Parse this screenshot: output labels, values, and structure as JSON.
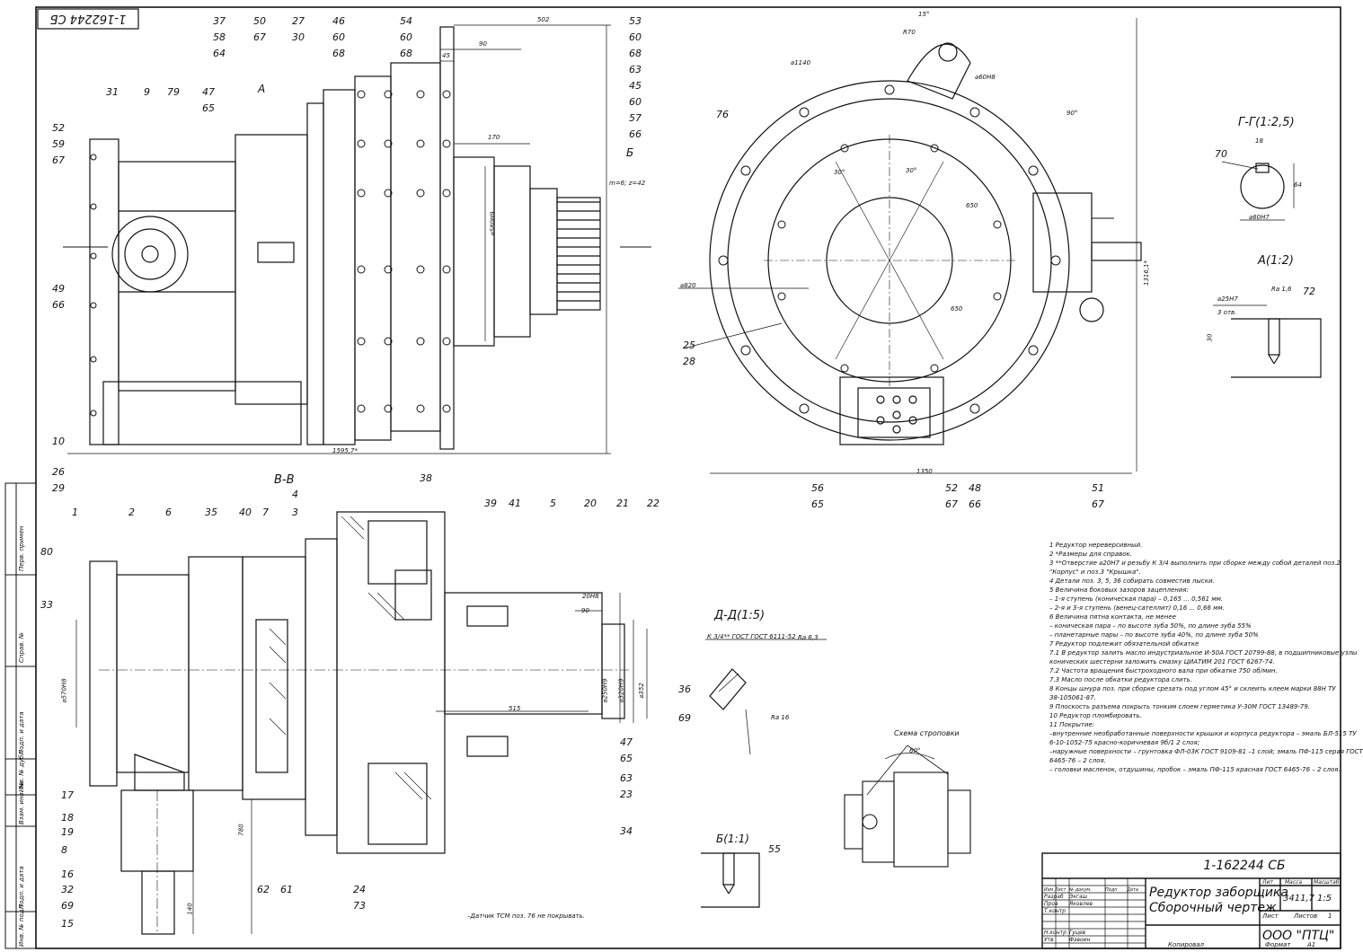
{
  "doc_number": "1-162244 СБ",
  "doc_number_stamp": "1-162244 СБ",
  "title_line1": "Редуктор заборщика",
  "title_line2": "Сборочный чертеж",
  "company": "ООО \"ПТЦ\"",
  "mass": "3411,7",
  "scale": "1:5",
  "sheets": "Листов",
  "sheets_count": "1",
  "sheet": "Лист",
  "lit": "Лит",
  "mass_label": "Масса",
  "scale_label": "Масштаб",
  "copied": "Копировал",
  "format": "Формат",
  "format_value": "А1",
  "table_rows": [
    {
      "role": "Изм Лист",
      "name": "№ докум.",
      "sign": "Подп",
      "date": "Дата"
    },
    {
      "role": "Разраб",
      "name": "Экгаш",
      "sign": "",
      "date": ""
    },
    {
      "role": "Пров",
      "name": "Яковлев",
      "sign": "",
      "date": ""
    },
    {
      "role": "Т.контр",
      "name": "",
      "sign": "",
      "date": ""
    },
    {
      "role": "Н.контр",
      "name": "Гуцев",
      "sign": "",
      "date": ""
    },
    {
      "role": "Утв",
      "name": "Фэвоин",
      "sign": "",
      "date": ""
    }
  ],
  "left_strip": [
    "Перв. примен",
    "Справ. №",
    "Подп. и дата",
    "Инв. № дубл",
    "Взам. инв. №",
    "Подп. и дата",
    "Инв. № подл"
  ],
  "section_titles": {
    "bb": "В-В",
    "gg": "Г-Г(1:2,5)",
    "a": "А(1:2)",
    "dd": "Д-Д(1:5)",
    "b": "Б(1:1)",
    "sling": "Схема строповки",
    "view_a": "А",
    "view_b": "Б"
  },
  "notes": [
    "1  Редуктор нереверсивный.",
    "2  *Размеры для справок.",
    "3  **Отверстие ⌀20Н7 и резьбу К 3/4 выполнить при сборке между собой деталей поз.2",
    "\"Корпус\" и поз.3 \"Крышка\".",
    "4  Детали поз. 3, 5, 36 собирать совместив лыски.",
    "5  Величина боковых зазоров зацепления:",
    "– 1-я ступень (коническая пара) – 0,165 ... 0,561 мм.",
    "– 2-я и 3-я ступень (венец-сателлит) 0,16 ... 0,66 мм.",
    "6  Величина пятна контакта, не менее",
    "– коническая пара – по высоте зуба 50%, по длине зуба 55%",
    "– планетарные пары – по высоте зуба 40%, по длине зуба 50%",
    "7  Редуктор подлежит обязательной обкатке",
    "7.1  В редуктор залить масло индустриальное И-50А ГОСТ 20799-88, в  подшипниковые узлы",
    "конических шестерни заложить смазку ЦИАТИМ 201 ГОСТ 6267-74.",
    "7.2  Частота вращения быстроходного вала при обкатке 750 об/мин.",
    "7.3  Масло после обкатки редуктора слить.",
    "8  Концы шнура поз. при сборке срезать под углом 45° и склеить клеем марки 88Н ТУ",
    "38-105061-87.",
    "9  Плоскость разъема покрыть тонким слоем герметика У-30М ГОСТ 13489-79.",
    "10  Редуктор пломбировать.",
    "11  Покрытие:",
    "–внутренние необработанные поверхности крышки и корпуса редуктора – эмаль БЛ-515 ТУ",
    "6-10-1052-75 красно-коричневая 9б/1 2 слоя;",
    "–наружные поверхности – грунтовка ФЛ-03К ГОСТ 9109-81 –1 слой; эмаль ПФ-115 серая ГОСТ",
    "6465-76 – 2 слоя.",
    "– головки масленок, отдушины, пробок – эмаль ПФ-115 красная ГОСТ 6465-76 – 2 слоя."
  ],
  "footnote": "–Датчик ТСМ поз. 76 не покрывать.",
  "dims": {
    "d1595": "1595,7*",
    "d502": "502",
    "d90": "90",
    "d45": "45",
    "d170": "170",
    "d1350": "1350",
    "d1316": "1316,1*",
    "d1140": "⌀1140",
    "d820": "⌀820",
    "dR70": "R70",
    "d15": "15°",
    "d90deg": "90°",
    "d650a": "650",
    "d650b": "650",
    "d30a": "30°",
    "d30b": "30°",
    "d60h8": "⌀60Н8",
    "d580": "⌀580Н9",
    "m6": "m=6; z=42",
    "d515": "515",
    "d780": "780",
    "d140": "140",
    "d20h8": "20Н8",
    "d90b": "90",
    "d250": "⌀250Н9",
    "d320": "⌀320Н9",
    "d352": "⌀352",
    "d570": "⌀570Н8",
    "d18": "18",
    "d64": "64",
    "d60h7": "⌀60Н7",
    "d25h7": "⌀25Н7",
    "d3otv": "3 отв.",
    "d30": "30",
    "ra16": "Ra 1,6",
    "ra63": "Ra 6,3",
    "k34": "К 3/4** ГОСТ ГОСТ 6111-52",
    "ra16b": "Ra 16",
    "d60deg": "60°"
  },
  "positions_top_left": [
    "37",
    "58",
    "64",
    "50",
    "67",
    "27",
    "30",
    "46",
    "60",
    "68",
    "54",
    "60",
    "68",
    "53",
    "60",
    "68",
    "63",
    "45",
    "60",
    "68",
    "57",
    "66",
    "31",
    "9",
    "79",
    "47",
    "65",
    "52",
    "59",
    "67",
    "49",
    "66",
    "10",
    "26",
    "29"
  ],
  "positions_top_right": [
    "76",
    "25",
    "28",
    "56",
    "65",
    "52",
    "67",
    "48",
    "66",
    "51",
    "67",
    "70",
    "72"
  ],
  "positions_bottom": [
    "1",
    "2",
    "6",
    "35",
    "40",
    "7",
    "3",
    "4",
    "38",
    "39",
    "41",
    "5",
    "20",
    "21",
    "22",
    "80",
    "33",
    "17",
    "18",
    "19",
    "8",
    "16",
    "32",
    "69",
    "15",
    "62",
    "61",
    "24",
    "73",
    "47",
    "65",
    "63",
    "23",
    "34",
    "36",
    "69",
    "55"
  ]
}
